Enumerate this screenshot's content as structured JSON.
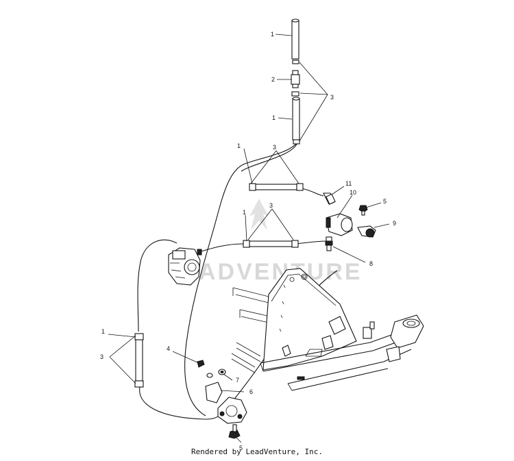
{
  "watermark": {
    "text": "ADVENTURE"
  },
  "callouts": {
    "c1a": "1",
    "c2": "2",
    "c3a": "3",
    "c1b": "1",
    "c1c": "1",
    "c3b": "3",
    "c11": "11",
    "c10": "10",
    "c5a": "5",
    "c9": "9",
    "c1d": "1",
    "c3c": "3",
    "c8": "8",
    "c1e": "1",
    "c3d": "3",
    "c4": "4",
    "c7": "7",
    "c6": "6",
    "c5b": "5"
  },
  "footer": {
    "rendered_by": "Rendered by LeadVenture, Inc."
  }
}
